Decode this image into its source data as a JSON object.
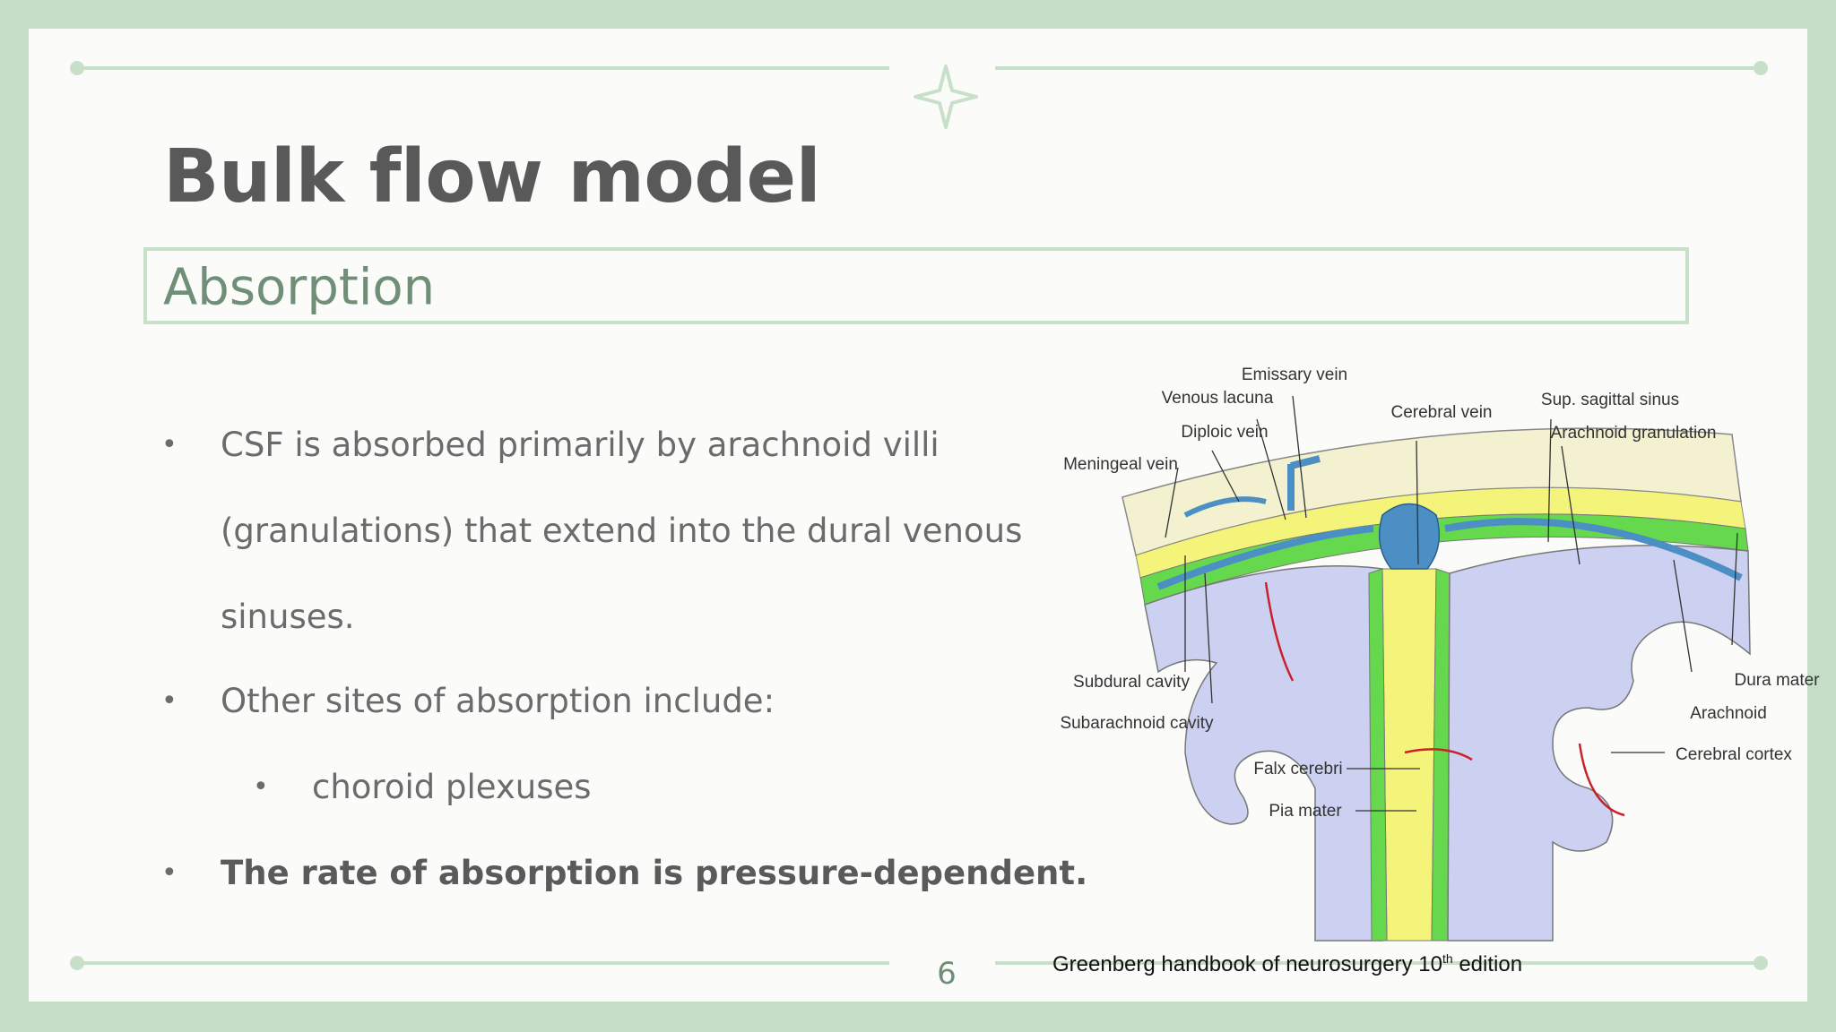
{
  "slide": {
    "title": "Bulk flow model",
    "subtitle": "Absorption",
    "bullets": {
      "b1_line1": "CSF is absorbed primarily by arachnoid villi",
      "b1_line2": "(granulations) that extend into the dural venous",
      "b1_line3": "sinuses.",
      "b2": "Other sites of absorption include:",
      "b2_sub": "choroid plexuses",
      "b3": "The rate of absorption is pressure-dependent."
    },
    "bullet_glyph": "•",
    "page_number": "6"
  },
  "figure": {
    "labels": {
      "emissary_vein": "Emissary vein",
      "venous_lacuna": "Venous lacuna",
      "cerebral_vein": "Cerebral vein",
      "sup_sagittal_sinus": "Sup. sagittal sinus",
      "diploic_vein": "Diploic vein",
      "arachnoid_granulation": "Arachnoid granulation",
      "meningeal_vein": "Meningeal vein",
      "subdural_cavity": "Subdural cavity",
      "subarachnoid_cavity": "Subarachnoid cavity",
      "dura_mater": "Dura mater",
      "arachnoid": "Arachnoid",
      "cerebral_cortex": "Cerebral cortex",
      "falx_cerebri": "Falx cerebri",
      "pia_mater": "Pia mater"
    },
    "caption_main": "Greenberg handbook of neurosurgery 10",
    "caption_sup": "th",
    "caption_end": " edition"
  },
  "colors": {
    "frame": "#c5dfc6",
    "accent_rule": "#c7e0c7",
    "subtitle_text": "#6f8f77",
    "bone": "#f3f1cf",
    "dura": "#f5f47a",
    "arachnoid_green": "#66d84d",
    "cortex": "#ccd1f1",
    "vein_blue": "#4b8fc4"
  }
}
